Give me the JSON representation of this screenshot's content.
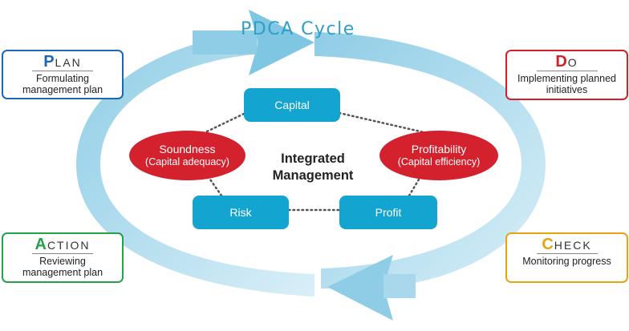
{
  "diagram": {
    "title": "PDCA Cycle",
    "center_label": [
      "Integrated",
      "Management"
    ],
    "phases": {
      "plan": {
        "initial": "P",
        "rest": "LAN",
        "description": [
          "Formulating",
          "management plan"
        ],
        "color": "#1c66b3"
      },
      "do": {
        "initial": "D",
        "rest": "O",
        "description": [
          "Implementing planned",
          "initiatives"
        ],
        "color": "#d51e2b"
      },
      "check": {
        "initial": "C",
        "rest": "HECK",
        "description": [
          "Monitoring progress"
        ],
        "color": "#e6a412"
      },
      "action": {
        "initial": "A",
        "rest": "CTION",
        "description": [
          "Reviewing",
          "management plan"
        ],
        "color": "#24a24a"
      }
    },
    "nodes": {
      "capital": "Capital",
      "risk": "Risk",
      "profit": "Profit",
      "soundness": {
        "label": "Soundness",
        "sub": "(Capital adequacy)"
      },
      "profitability": {
        "label": "Profitability",
        "sub": "(Capital efficiency)"
      }
    },
    "colors": {
      "cycle_arrow": "#a9d8ec",
      "node_blue": "#13a5cf",
      "node_red": "#d3212d",
      "connector": "#555555"
    }
  }
}
